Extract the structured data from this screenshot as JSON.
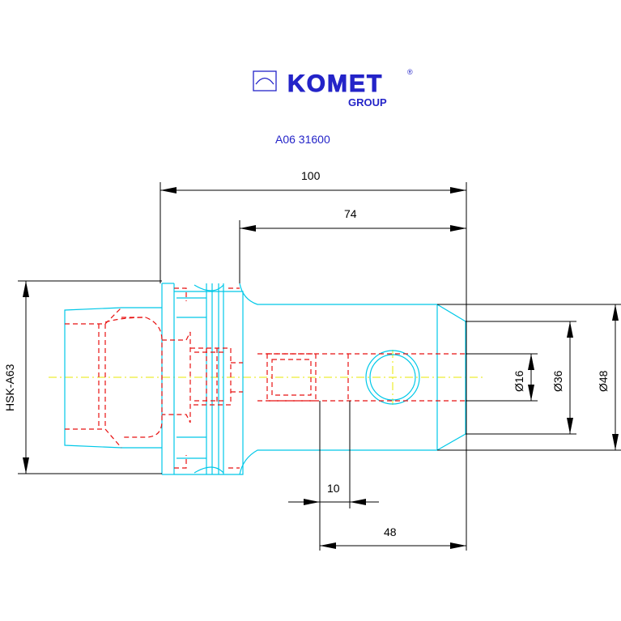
{
  "logo": {
    "brand": "KOMET",
    "registered": "®",
    "group": "GROUP"
  },
  "part_number": "A06 31600",
  "dimensions": {
    "overall_length": "100",
    "body_length": "74",
    "offset": "10",
    "hole_position": "48",
    "bore_diameter": "Ø16",
    "inner_diameter": "Ø36",
    "outer_diameter": "Ø48",
    "shank": "HSK-A63"
  },
  "colors": {
    "logo": "#2424c8",
    "outline": "#00c8e8",
    "hidden_lines": "#e81010",
    "dimension_lines": "#000000",
    "center_line": "#e8e800"
  }
}
